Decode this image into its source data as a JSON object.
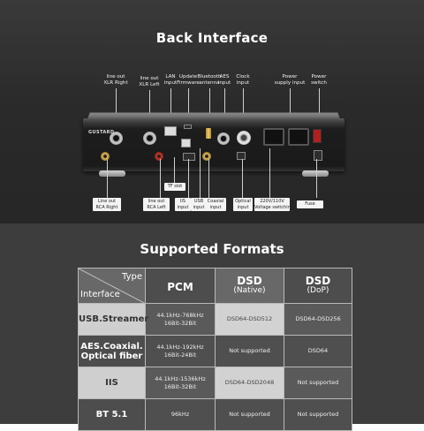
{
  "back_interface": {
    "title": "Back Interface",
    "brand": "GUSTARD",
    "callouts_top": [
      {
        "id": "line-out-xlr-right",
        "text": "line out\nXLR Right"
      },
      {
        "id": "line-out-xlr-left",
        "text": "line out\nXLR Left"
      },
      {
        "id": "lan-input",
        "text": "LAN\ninput"
      },
      {
        "id": "update-firmware",
        "text": "Update\nFirmware"
      },
      {
        "id": "bluetooth-antenna",
        "text": "Bluetooth\nantenna"
      },
      {
        "id": "aes-input",
        "text": "AES\ninput"
      },
      {
        "id": "clock-input",
        "text": "Clock\ninput"
      },
      {
        "id": "power-supply-input",
        "text": "Power\nsupply input"
      },
      {
        "id": "power-switch",
        "text": "Power\nswitch"
      }
    ],
    "tags_bottom": [
      {
        "id": "line-out-rca-right",
        "text": "Line out\nRCA Right"
      },
      {
        "id": "line-out-rca-left",
        "text": "line out\nRCA Left"
      },
      {
        "id": "tf-slot",
        "text": "TF slot"
      },
      {
        "id": "iis-input",
        "text": "IIS\ninput"
      },
      {
        "id": "usb-input",
        "text": "USB\ninput"
      },
      {
        "id": "coaxial-input",
        "text": "Coaxial\ninput"
      },
      {
        "id": "optical-input",
        "text": "Optical\ninput"
      },
      {
        "id": "voltage-switching",
        "text": "220V/110V\nVoltage switching"
      },
      {
        "id": "fuse",
        "text": "Fuse"
      }
    ]
  },
  "supported_formats": {
    "title": "Supported Formats",
    "corner": {
      "type": "Type",
      "interface": "Interface"
    },
    "columns": [
      {
        "main": "PCM",
        "sub": ""
      },
      {
        "main": "DSD",
        "sub": "(Native)"
      },
      {
        "main": "DSD",
        "sub": "(DoP)"
      }
    ],
    "rows": [
      {
        "interface": "USB.Streamer",
        "pcm": "44.1kHz-768kHz\n16Bit-32Bit",
        "dsd_native": "DSD64-DSD512",
        "dsd_dop": "DSD64-DSD256"
      },
      {
        "interface": "AES.Coaxial.\nOptical fiber",
        "pcm": "44.1kHz-192kHz\n16Bit-24Bit",
        "dsd_native": "Not supported",
        "dsd_dop": "DSD64"
      },
      {
        "interface": "IIS",
        "pcm": "44.1kHz-1536kHz\n16Bit-32Bit",
        "dsd_native": "DSD64-DSD2048",
        "dsd_dop": "Not supported"
      },
      {
        "interface": "BT 5.1",
        "pcm": "96kHz",
        "dsd_native": "Not supported",
        "dsd_dop": "Not supported"
      }
    ]
  }
}
